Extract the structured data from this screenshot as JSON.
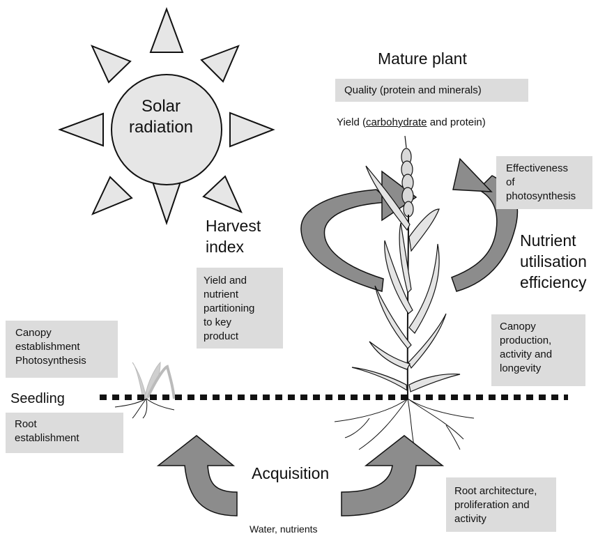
{
  "sun": {
    "label_line1": "Solar",
    "label_line2": "radiation"
  },
  "mature_plant": {
    "title": "Mature plant",
    "quality": "Quality (protein and minerals)",
    "yield_prefix": "Yield (",
    "yield_underlined": "carbohydrate",
    "yield_suffix": " and protein)"
  },
  "effectiveness": {
    "line1": "Effectiveness",
    "line2": "of",
    "line3": "photosynthesis"
  },
  "harvest_index": {
    "line1": "Harvest",
    "line2": "index"
  },
  "yield_partitioning": {
    "line1": "Yield and",
    "line2": "nutrient",
    "line3": "partitioning",
    "line4": "to key",
    "line5": "product"
  },
  "nutrient_efficiency": {
    "line1": "Nutrient",
    "line2": "utilisation",
    "line3": "efficiency"
  },
  "canopy_establishment": {
    "line1": "Canopy",
    "line2": "establishment",
    "line3": "Photosynthesis"
  },
  "canopy_production": {
    "line1": "Canopy",
    "line2": "production,",
    "line3": "activity and",
    "line4": "longevity"
  },
  "seedling": {
    "label": "Seedling"
  },
  "root_establishment": {
    "line1": "Root",
    "line2": "establishment"
  },
  "acquisition": {
    "label": "Acquisition"
  },
  "root_architecture": {
    "line1": "Root architecture,",
    "line2": "proliferation and",
    "line3": "activity"
  },
  "water_nutrients": {
    "label": "Water, nutrients"
  },
  "colors": {
    "sun_fill": "#e6e6e6",
    "arrow_fill": "#8c8c8c",
    "box_fill": "#dcdcdc",
    "leaf_fill": "#e4e4e4"
  }
}
